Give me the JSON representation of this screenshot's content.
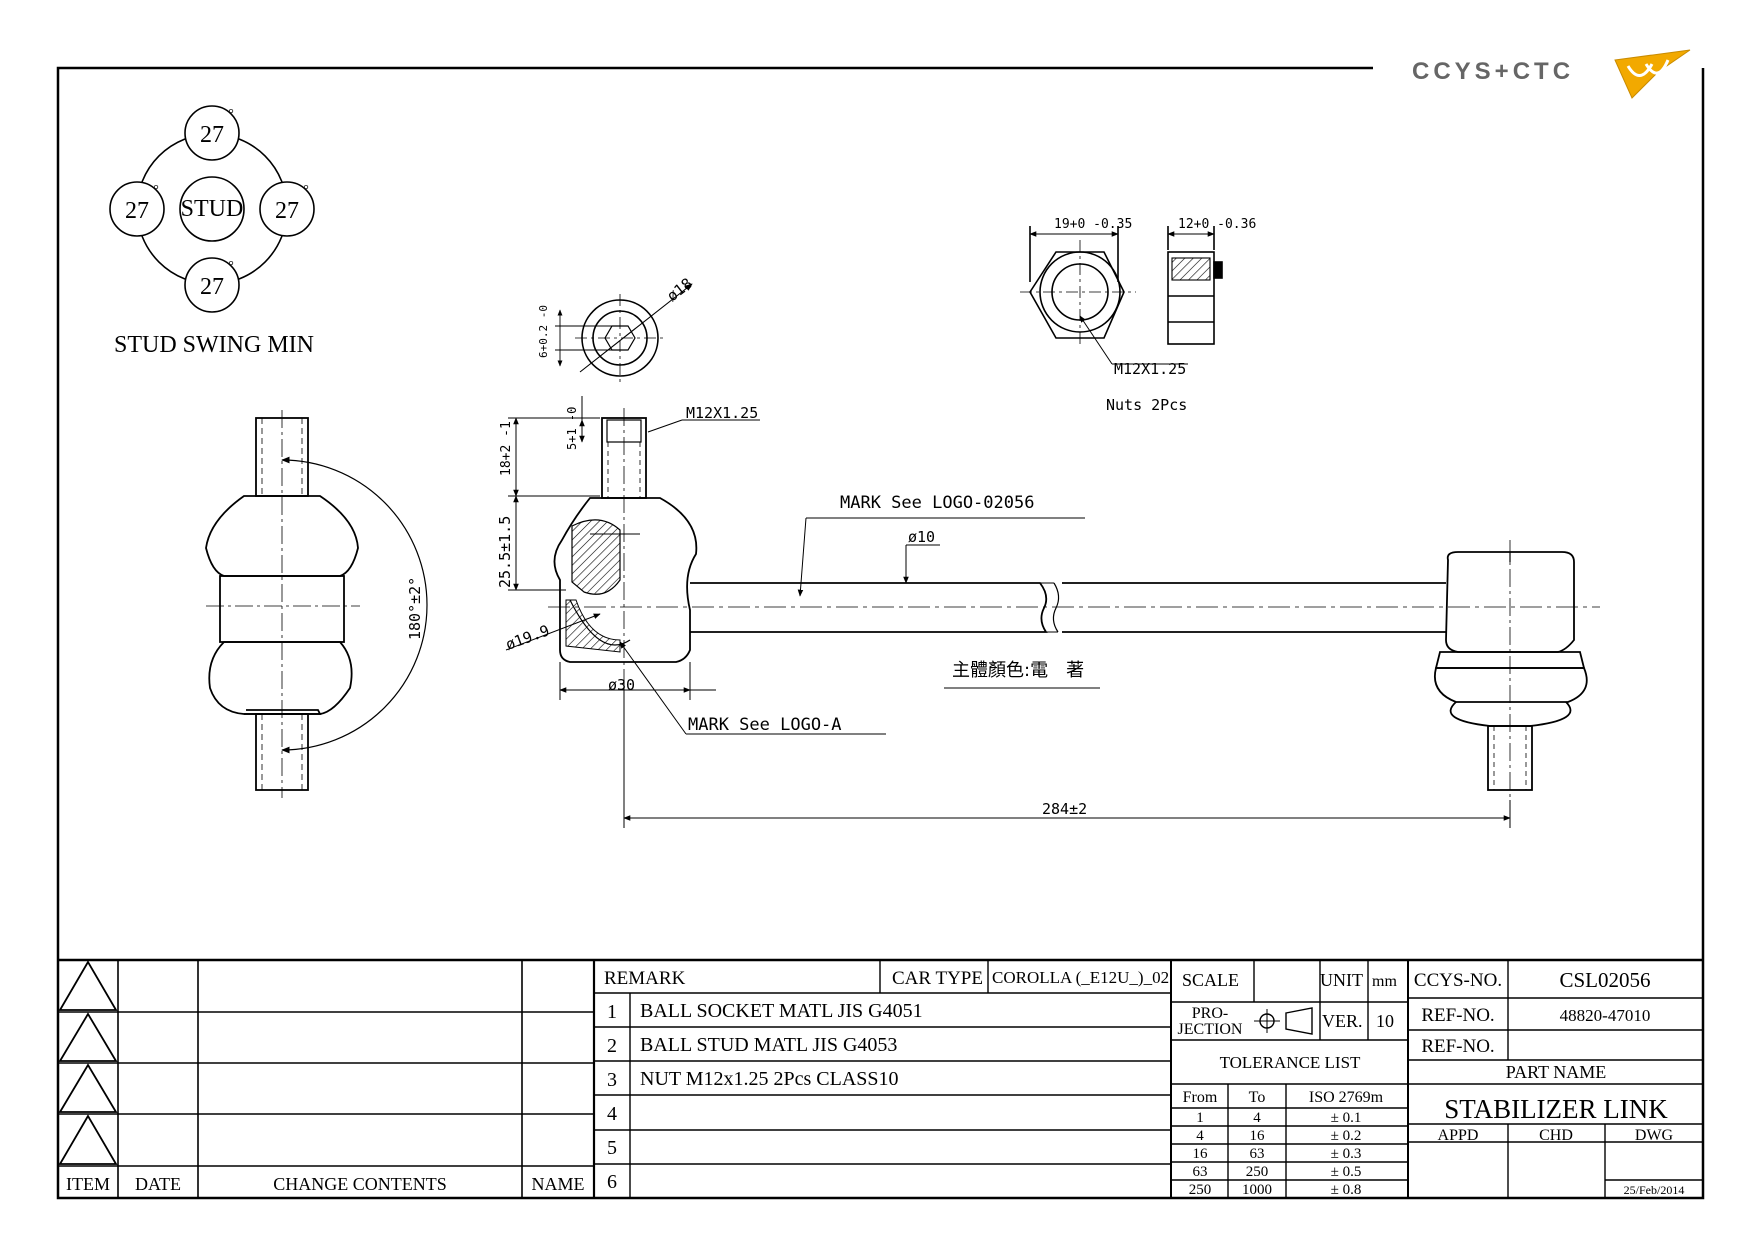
{
  "logo": {
    "text": "CCYS+CTC",
    "accent": "#f2a900"
  },
  "swing": {
    "top": "27",
    "left": "27",
    "right": "27",
    "bottom": "27",
    "center": "STUD",
    "deg": "°",
    "caption": "STUD SWING MIN"
  },
  "dims": {
    "swing_angle": "180°±2°",
    "stud_dia": "ø18",
    "hex_socket": "6+0.2 -0",
    "thread_left": "M12X1.25",
    "thread_len": "18+2 -1",
    "hex_depth": "5+1 -0",
    "height": "25.5±1.5",
    "ball_dia": "ø19.9",
    "housing_dia": "ø30",
    "bar_dia": "ø10",
    "length": "284±2",
    "nut_width": "19+0 -0.35",
    "nut_height": "12+0 -0.36",
    "nut_thread": "M12X1.25"
  },
  "notes": {
    "mark_logo": "MARK See LOGO-02056",
    "mark_logo_a": "MARK See LOGO-A",
    "body_color": "主體顏色:電　著",
    "nuts": "Nuts 2Pcs"
  },
  "revision_block": {
    "headers": {
      "item": "ITEM",
      "date": "DATE",
      "change": "CHANGE CONTENTS",
      "name": "NAME"
    }
  },
  "remarks": {
    "header": "REMARK",
    "car_type_label": "CAR TYPE",
    "car_type": "COROLLA (_E12U_)_02",
    "rows": [
      {
        "n": "1",
        "text": "BALL SOCKET MATL JIS G4051"
      },
      {
        "n": "2",
        "text": "BALL STUD MATL JIS G4053"
      },
      {
        "n": "3",
        "text": "NUT M12x1.25 2Pcs CLASS10"
      },
      {
        "n": "4",
        "text": ""
      },
      {
        "n": "5",
        "text": ""
      },
      {
        "n": "6",
        "text": ""
      }
    ]
  },
  "title_block": {
    "scale_label": "SCALE",
    "scale": "",
    "unit_label": "UNIT",
    "unit": "mm",
    "projection_label": "PRO-\nJECTION",
    "ver_label": "VER.",
    "ver": "10",
    "ccys_no_label": "CCYS-NO.",
    "ccys_no": "CSL02056",
    "ref_no_label": "REF-NO.",
    "ref_no": "48820-47010",
    "ref_no2_label": "REF-NO.",
    "ref_no2": "",
    "part_name_label": "PART NAME",
    "part_name": "STABILIZER LINK",
    "appd": "APPD",
    "chd": "CHD",
    "dwg": "DWG",
    "date": "25/Feb/2014"
  },
  "tolerance": {
    "title": "TOLERANCE LIST",
    "headers": [
      "From",
      "To",
      "ISO 2769m"
    ],
    "rows": [
      [
        "1",
        "4",
        "± 0.1"
      ],
      [
        "4",
        "16",
        "± 0.2"
      ],
      [
        "16",
        "63",
        "± 0.3"
      ],
      [
        "63",
        "250",
        "± 0.5"
      ],
      [
        "250",
        "1000",
        "± 0.8"
      ]
    ]
  }
}
